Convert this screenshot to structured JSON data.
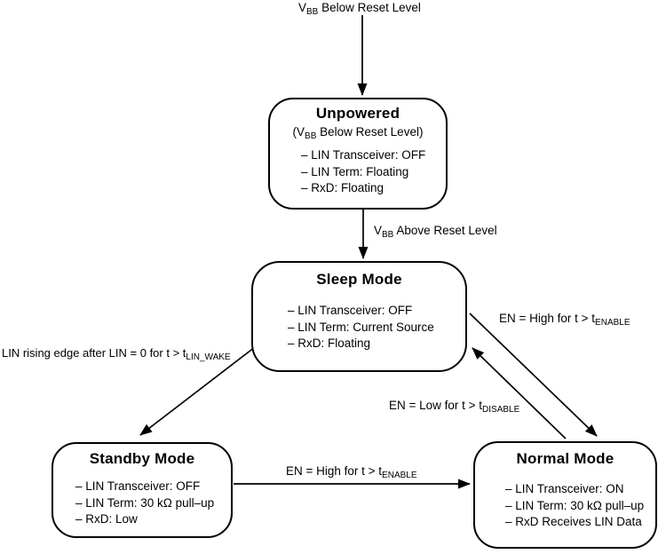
{
  "diagram": {
    "type": "state-machine",
    "colors": {
      "line": "#000000",
      "text": "#000000",
      "background": "#ffffff"
    }
  },
  "states": {
    "unpowered": {
      "title": "Unpowered",
      "subtitle_pre": "(V",
      "subtitle_sub": "BB",
      "subtitle_post": " Below Reset Level)",
      "items": [
        "– LIN Transceiver: OFF",
        "– LIN Term: Floating",
        "– RxD: Floating"
      ]
    },
    "sleep": {
      "title": "Sleep Mode",
      "items": [
        "– LIN Transceiver: OFF",
        "– LIN Term: Current Source",
        "– RxD: Floating"
      ]
    },
    "standby": {
      "title": "Standby Mode",
      "items": [
        "– LIN Transceiver: OFF",
        "– LIN Term: 30 kΩ pull–up",
        "– RxD: Low"
      ]
    },
    "normal": {
      "title": "Normal Mode",
      "items": [
        "– LIN Transceiver: ON",
        "– LIN Term: 30 kΩ pull–up",
        "– RxD Receives LIN Data"
      ]
    }
  },
  "transitions": {
    "vbb_below": {
      "pre": "V",
      "sub": "BB",
      "post": " Below Reset Level"
    },
    "vbb_above": {
      "pre": "V",
      "sub": "BB",
      "post": " Above Reset Level"
    },
    "lin_wake": {
      "pre": "LIN rising edge after LIN = 0 for t > t",
      "sub": "LIN_WAKE"
    },
    "en_high_sleep_to_normal": {
      "pre": "EN = High for t > t",
      "sub": "ENABLE"
    },
    "en_low_normal_to_sleep": {
      "pre": "EN = Low for t > t",
      "sub": "DISABLE"
    },
    "en_high_standby_to_normal": {
      "pre": "EN = High for t > t",
      "sub": "ENABLE"
    }
  }
}
